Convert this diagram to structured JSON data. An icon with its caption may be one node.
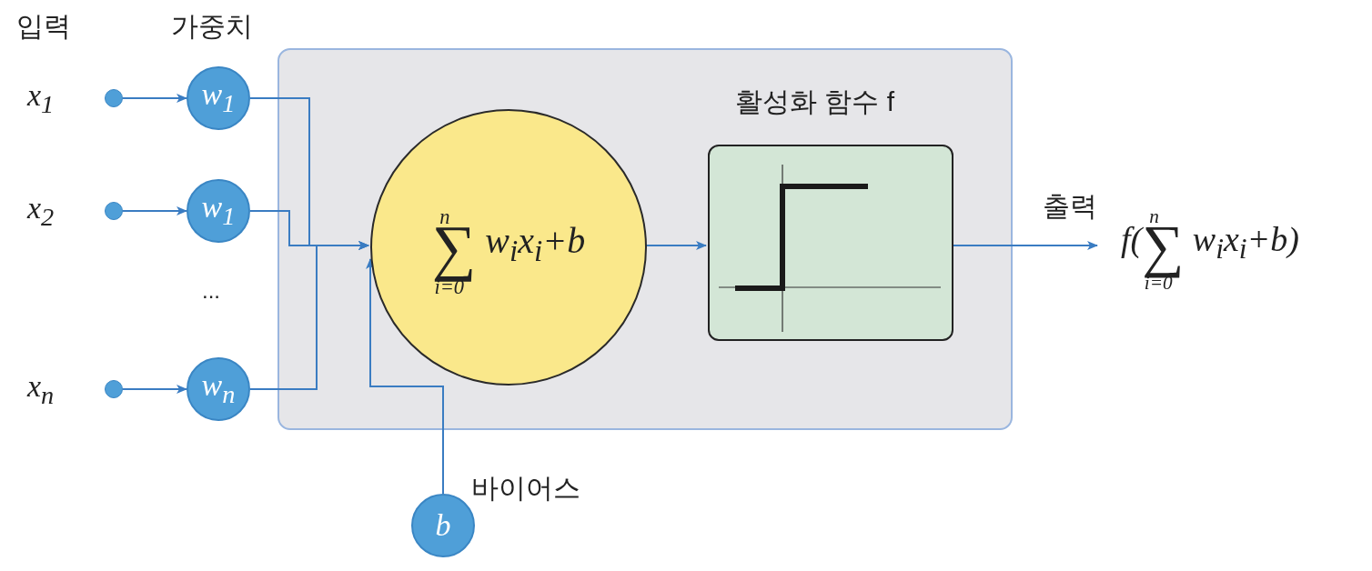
{
  "diagram": {
    "nodes": [
      {
        "text": [],
        "shape": "box"
      },
      {
        "text": [],
        "shape": "circle",
        "beside": [
          "x$_{1}$"
        ]
      },
      {
        "text": [],
        "shape": "circle",
        "beside": [
          "x$_{2}$"
        ]
      },
      {
        "text": [],
        "shape": "circle",
        "beside": [
          "x$_{n}$"
        ]
      },
      {
        "text": [
          "w$_{1}$"
        ]
      },
      {
        "text": [
          "w$_{1}$"
        ]
      },
      {
        "text": [
          "w$_{n}$"
        ]
      },
      {
        "text": [
          "∑$^{n}$$_{i=0}$ w$_{i}$x$_{i}$+b"
        ],
        "in": 0
      },
      {
        "text": [
          "활성화 함수 f"
        ],
        "in": 0
      },
      {
        "text": [
          "b"
        ],
        "beside": [
          "바이어스"
        ]
      },
      {
        "text": [
          "f(∑$^{n}$$_{i=0}$ w$_{i}$x$_{i}$+b)"
        ]
      }
    ],
    "edges": [
      {
        "from": 1,
        "to": 4,
        "arrow": "to"
      },
      {
        "from": 2,
        "to": 5,
        "arrow": "to"
      },
      {
        "from": 3,
        "to": 6,
        "arrow": "to"
      },
      {
        "from": 4,
        "to": 7,
        "arrow": "to"
      },
      {
        "from": 5,
        "to": 7,
        "arrow": "to"
      },
      {
        "from": 6,
        "to": 7,
        "arrow": "to"
      },
      {
        "from": 9,
        "to": 7,
        "arrow": "to"
      },
      {
        "from": 7,
        "to": 8,
        "arrow": "to"
      },
      {
        "from": 8,
        "to": 10,
        "arrow": "to",
        "label": "출력"
      }
    ],
    "labels": [
      "입력",
      "가중치",
      "..."
    ]
  }
}
